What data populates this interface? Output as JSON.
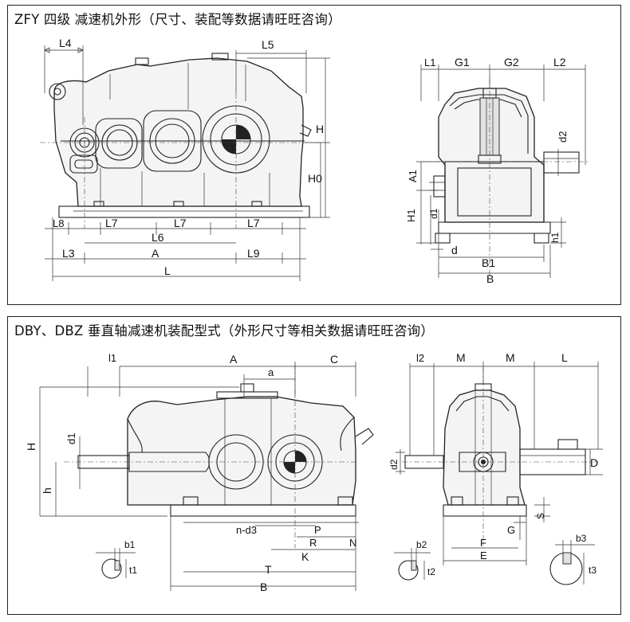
{
  "panel1": {
    "title": "ZFY 四级 减速机外形（尺寸、装配等数据请旺旺咨询）",
    "labels": {
      "L4": "L4",
      "L5": "L5",
      "L1": "L1",
      "G1": "G1",
      "G2": "G2",
      "L2": "L2",
      "H": "H",
      "H0": "H0",
      "d2": "d2",
      "A1": "A1",
      "H1": "H1",
      "d1": "d1",
      "h1": "h1",
      "d": "d",
      "B1": "B1",
      "B": "B",
      "L8": "L8",
      "L7a": "L7",
      "L7b": "L7",
      "L7c": "L7",
      "L6": "L6",
      "L3": "L3",
      "A": "A",
      "L9": "L9",
      "L": "L"
    }
  },
  "panel2": {
    "title": "DBY、DBZ 垂直轴减速机装配型式（外形尺寸等相关数据请旺旺咨询）",
    "labels": {
      "l1": "l1",
      "A": "A",
      "a": "a",
      "C": "C",
      "H": "H",
      "d1": "d1",
      "h": "h",
      "n_d3": "n-d3",
      "P": "P",
      "R": "R",
      "N": "N",
      "K": "K",
      "T": "T",
      "B": "B",
      "b1": "b1",
      "t1": "t1",
      "l2": "l2",
      "M1": "M",
      "M2": "M",
      "L": "L",
      "d2": "d2",
      "D": "D",
      "S": "S",
      "G": "G",
      "F": "F",
      "E": "E",
      "b2": "b2",
      "t2": "t2",
      "b3": "b3",
      "t3": "t3"
    }
  }
}
